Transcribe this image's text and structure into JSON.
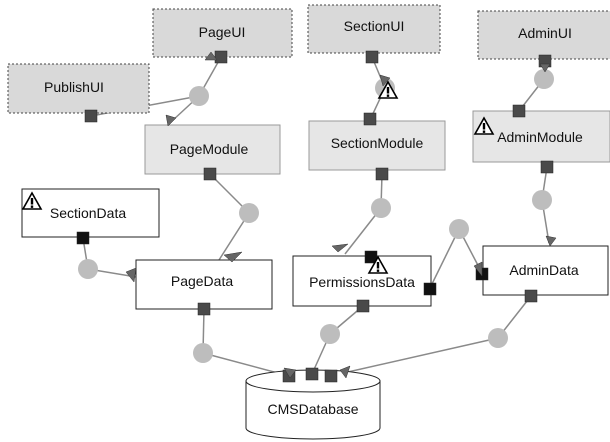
{
  "nodes": {
    "page_ui": "PageUI",
    "section_ui": "SectionUI",
    "admin_ui": "AdminUI",
    "publish_ui": "PublishUI",
    "page_module": "PageModule",
    "section_module": "SectionModule",
    "admin_module": "AdminModule",
    "section_data": "SectionData",
    "page_data": "PageData",
    "permissions_data": "PermissionsData",
    "admin_data": "AdminData",
    "cms_database": "CMSDatabase"
  },
  "colors": {
    "ui_fill": "#d9d9d9",
    "module_fill": "#e6e6e6",
    "data_fill": "#ffffff",
    "connector": "#8a8a8a",
    "ball": "#bdbdbd"
  },
  "icons": [
    "warning-icon"
  ]
}
